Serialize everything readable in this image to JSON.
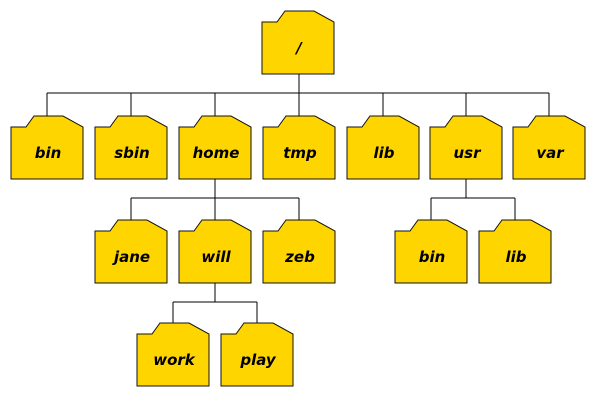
{
  "colors": {
    "folder_fill": "#FFD500",
    "folder_stroke": "#111111",
    "edge": "#000000",
    "background": "#FFFFFF"
  },
  "tree": {
    "root": {
      "label": "/",
      "icon": "folder-icon"
    },
    "level1": [
      {
        "label": "bin",
        "icon": "folder-icon"
      },
      {
        "label": "sbin",
        "icon": "folder-icon"
      },
      {
        "label": "home",
        "icon": "folder-icon"
      },
      {
        "label": "tmp",
        "icon": "folder-icon"
      },
      {
        "label": "lib",
        "icon": "folder-icon"
      },
      {
        "label": "usr",
        "icon": "folder-icon"
      },
      {
        "label": "var",
        "icon": "folder-icon"
      }
    ],
    "home_children": [
      {
        "label": "jane",
        "icon": "folder-icon"
      },
      {
        "label": "will",
        "icon": "folder-icon"
      },
      {
        "label": "zeb",
        "icon": "folder-icon"
      }
    ],
    "usr_children": [
      {
        "label": "bin",
        "icon": "folder-icon"
      },
      {
        "label": "lib",
        "icon": "folder-icon"
      }
    ],
    "will_children": [
      {
        "label": "work",
        "icon": "folder-icon"
      },
      {
        "label": "play",
        "icon": "folder-icon"
      }
    ]
  }
}
